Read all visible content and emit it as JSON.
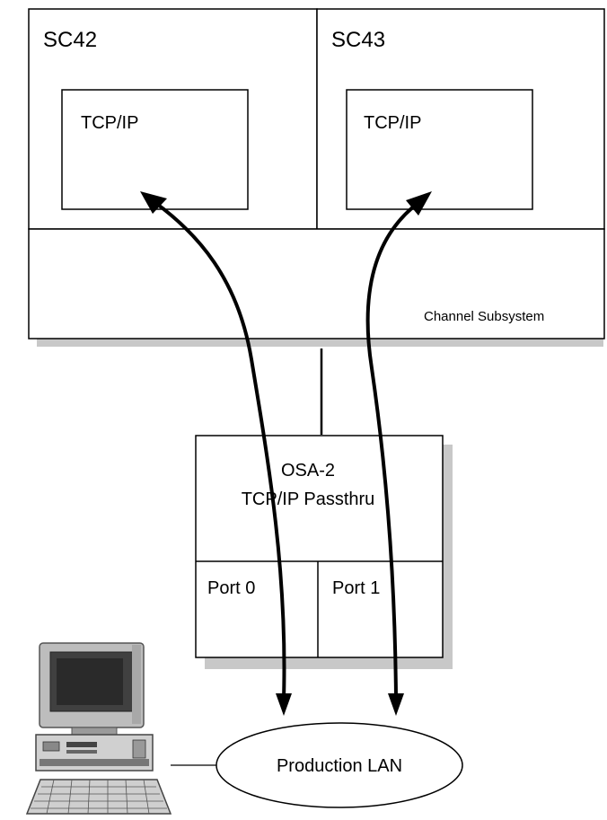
{
  "diagram": {
    "systems": [
      {
        "name": "SC42",
        "stack": "TCP/IP"
      },
      {
        "name": "SC43",
        "stack": "TCP/IP"
      }
    ],
    "channel_subsystem": "Channel Subsystem",
    "osa": {
      "title_line1": "OSA-2",
      "title_line2": "TCP/IP Passthru",
      "ports": [
        "Port 0",
        "Port 1"
      ]
    },
    "lan": "Production LAN",
    "workstation_icon": "desktop-computer-icon"
  }
}
